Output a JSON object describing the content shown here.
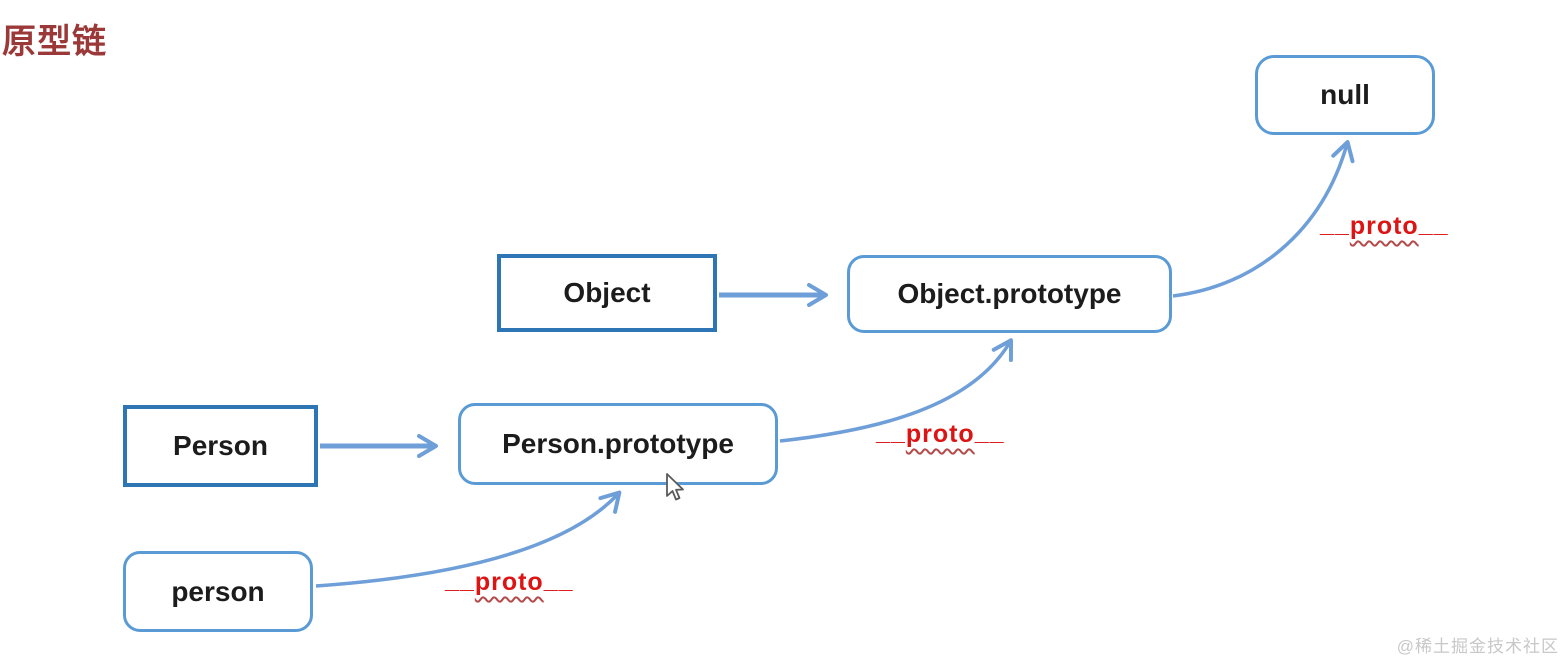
{
  "page": {
    "title": "原型链",
    "watermark": "@稀土掘金技术社区"
  },
  "nodes": {
    "null_node": {
      "label": "null"
    },
    "object_constructor": {
      "label": "Object"
    },
    "object_prototype": {
      "label": "Object.prototype"
    },
    "person_constructor": {
      "label": "Person"
    },
    "person_prototype": {
      "label": "Person.prototype"
    },
    "person_instance": {
      "label": "person"
    }
  },
  "proto_label": {
    "prefix": "__",
    "word": "proto",
    "suffix": "__"
  },
  "edges": [
    {
      "from": "Object",
      "to": "Object.prototype",
      "type": "straight"
    },
    {
      "from": "Person",
      "to": "Person.prototype",
      "type": "straight"
    },
    {
      "from": "person",
      "to": "Person.prototype",
      "type": "curved",
      "label": "__proto__"
    },
    {
      "from": "Person.prototype",
      "to": "Object.prototype",
      "type": "curved",
      "label": "__proto__"
    },
    {
      "from": "Object.prototype",
      "to": "null",
      "type": "curved",
      "label": "__proto__"
    }
  ],
  "colors": {
    "sharp_box_border": "#2e75b6",
    "rounded_box_border": "#5b9bd5",
    "arrow_blue": "#6f9fd8",
    "proto_red": "#dd1414",
    "title_red": "#9b3939",
    "box_text": "#1c1c1c",
    "watermark_gray": "#c8c8c8",
    "background": "#ffffff"
  }
}
